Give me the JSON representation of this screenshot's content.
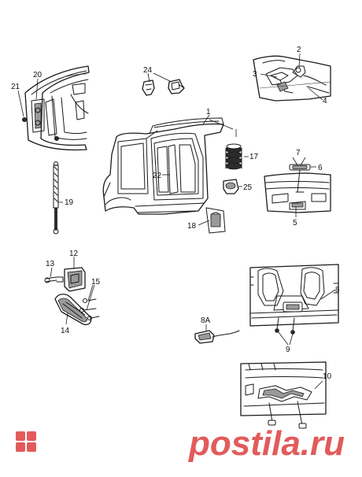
{
  "callouts": {
    "n1": "1",
    "n2": "2",
    "n3": "3",
    "n4": "4",
    "n5": "5",
    "n6": "6",
    "n7": "7",
    "n8": "8",
    "n8a": "8A",
    "n9": "9",
    "n10": "10",
    "n12": "12",
    "n13": "13",
    "n14": "14",
    "n15": "15",
    "n17": "17",
    "n18": "18",
    "n19": "19",
    "n20": "20",
    "n21": "21",
    "n22": "22",
    "n24": "24",
    "n25": "25"
  },
  "watermark": {
    "text": "postila.ru",
    "color": "#e25b5b"
  }
}
